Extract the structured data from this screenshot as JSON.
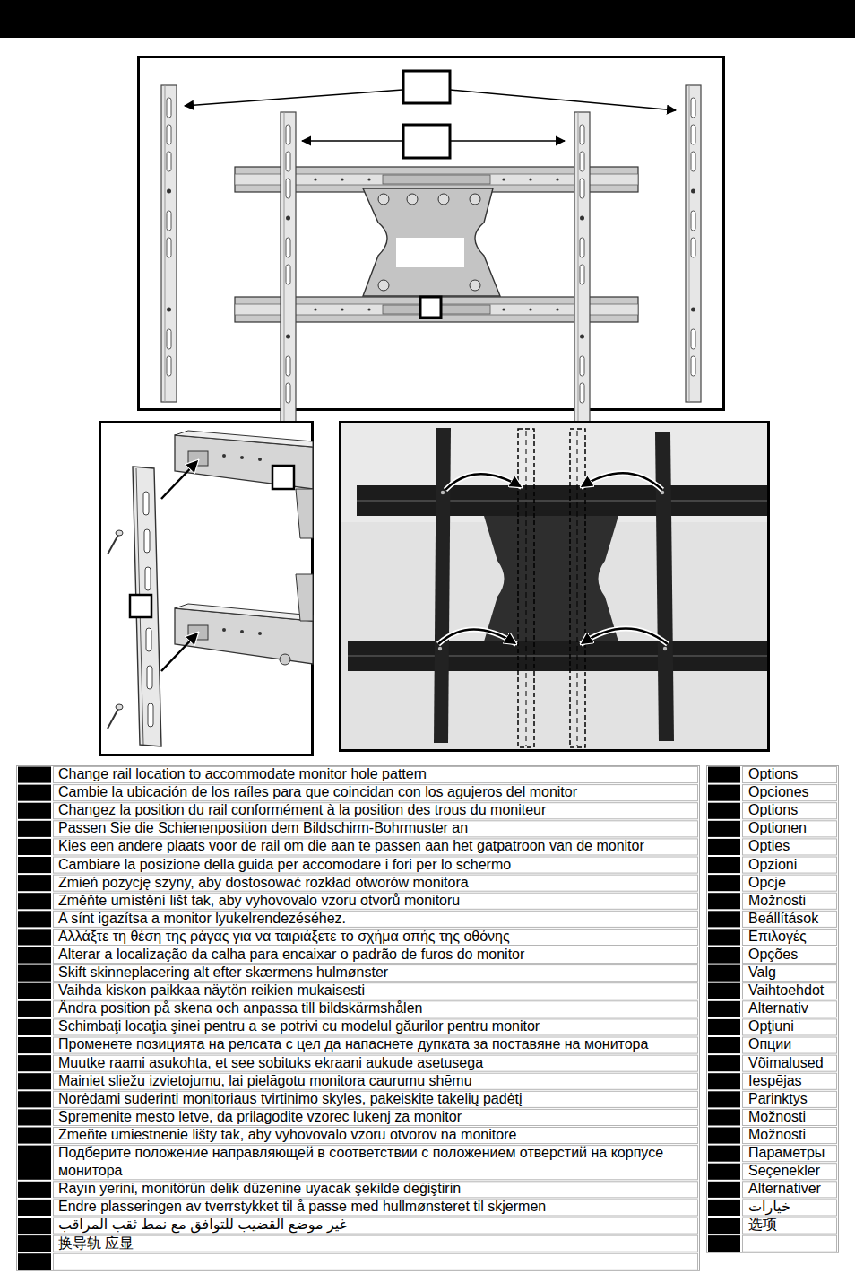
{
  "diagram": {
    "labels": [
      "Change rail location to accommodate monitor hole pattern",
      "Cambie la ubicación de los raíles para que coincidan con los agujeros del monitor",
      "Changez la position du rail conformément à la position des trous du moniteur",
      "Passen Sie die Schienenposition dem Bildschirm-Bohrmuster an",
      "Kies een andere plaats voor de rail om die aan te passen aan het gatpatroon van de monitor",
      "Cambiare la posizione della guida per accomodare i fori per lo schermo",
      "Zmień pozycję szyny, aby dostosować rozkład otworów monitora",
      "Změňte umístění lišt tak, aby vyhovovalo vzoru otvorů monitoru",
      "A sínt igazítsa a monitor lyukelrendezéséhez.",
      "Αλλάξτε τη θέση της ράγας για να ταιριάξετε το σχήμα οπής της οθόνης",
      "Alterar a localização da calha para encaixar o padrão de furos do monitor",
      "Skift skinneplacering alt efter skærmens hulmønster",
      "Vaihda kiskon paikkaa näytön reikien mukaisesti",
      "Ändra position på skena och anpassa till bildskärmshålen",
      "Schimbaţi locaţia şinei pentru a se potrivi cu modelul găurilor pentru monitor",
      "Променете позицията на релсата с цел да нaпаснете дупката за поставяне на монитора",
      "Muutke raami asukohta, et see sobituks ekraani aukude asetusega",
      "Mainiet sliežu izvietojumu, lai pielāgotu monitora caurumu shēmu",
      "Norėdami suderinti monitoriaus tvirtinimo skyles, pakeiskite takelių padėtį",
      "Spremenite mesto letve, da prilagodite vzorec lukenj za monitor",
      "Zmeňte umiestnenie lišty tak, aby vyhovovalo vzoru otvorov na monitore",
      "Подберите положение направляющей в соответствии с положением отверстий на корпусе монитора",
      "Rayın yerini, monitörün delik düzenine uyacak şekilde değiştirin",
      "Endre plasseringen av tverrstykket til å passe med hullmønsteret til skjermen",
      "غير موضع القضيب للتوافق مع نمط ثقب المراقب",
      "换导轨 应显",
      "Options",
      "Opciones",
      "Options",
      "Optionen",
      "Opties",
      "Opzioni",
      "Opcje",
      "Možnosti",
      "Beállítások",
      "Επιλογές",
      "Opções",
      "Valg",
      "Vaihtoehdot",
      "Alternativ",
      "Opţiuni",
      "Опции",
      "Võimalused",
      "Iespējas",
      "Parinktys",
      "Možnosti",
      "Možnosti",
      "Параметры",
      "Seçenekler",
      "Alternativer",
      "خيارات",
      "选项"
    ]
  }
}
